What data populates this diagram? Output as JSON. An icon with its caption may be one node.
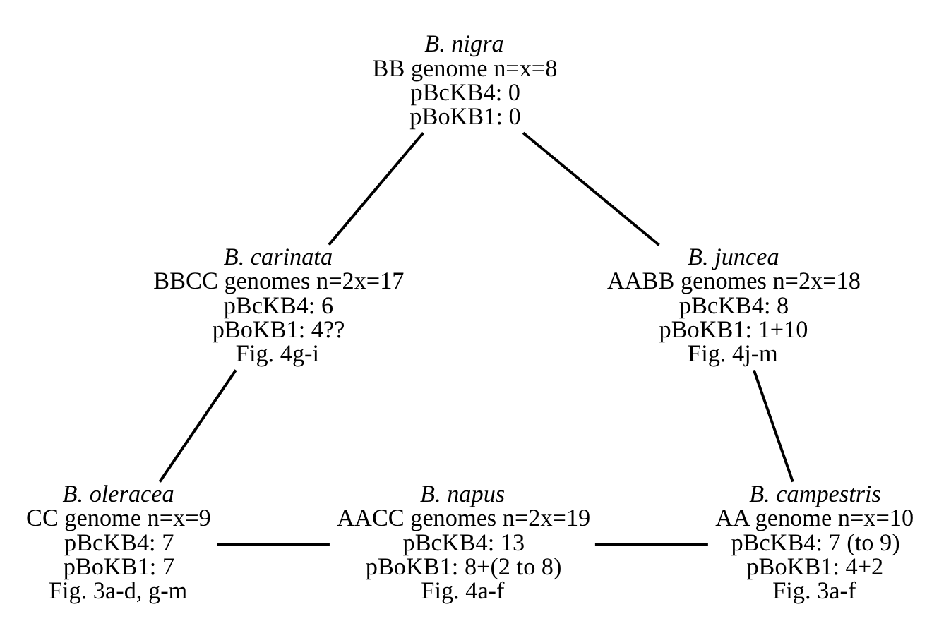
{
  "diagram": {
    "nodes": [
      {
        "text": [
          "B. nigra",
          "BB genome n=x=8",
          "pBcKB4: 0",
          "pBoKB1: 0"
        ]
      },
      {
        "text": [
          "B. carinata",
          "BBCC genomes n=2x=17",
          "pBcKB4: 6",
          "pBoKB1: 4??",
          "Fig. 4g-i"
        ]
      },
      {
        "text": [
          "B. juncea",
          "AABB genomes n=2x=18",
          "pBcKB4: 8",
          "pBoKB1: 1+10",
          "Fig. 4j-m"
        ]
      },
      {
        "text": [
          "B. oleracea",
          "CC genome n=x=9",
          "pBcKB4: 7",
          "pBoKB1: 7",
          "Fig. 3a-d, g-m"
        ]
      },
      {
        "text": [
          "B. napus",
          "AACC genomes n=2x=19",
          "pBcKB4: 13",
          "pBoKB1: 8+(2 to 8)",
          "Fig. 4a-f"
        ]
      },
      {
        "text": [
          "B. campestris",
          "AA genome n=x=10",
          "pBcKB4: 7 (to 9)",
          "pBoKB1: 4+2",
          "Fig. 3a-f"
        ]
      }
    ],
    "edges": [
      {
        "from": 0,
        "to": 1,
        "arrow": "none"
      },
      {
        "from": 0,
        "to": 2,
        "arrow": "none"
      },
      {
        "from": 1,
        "to": 3,
        "arrow": "none"
      },
      {
        "from": 2,
        "to": 5,
        "arrow": "none"
      },
      {
        "from": 4,
        "to": 3,
        "arrow": "none"
      },
      {
        "from": 4,
        "to": 5,
        "arrow": "none"
      }
    ]
  }
}
